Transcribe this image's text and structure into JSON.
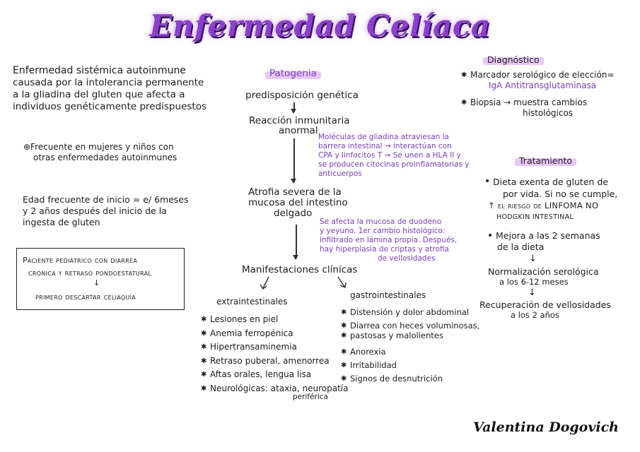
{
  "title": "Enfermedad Celíaca",
  "intro": {
    "lines": [
      "Enfermedad sistémica autoinmune",
      "causada por la intolerancia permanente",
      "a la gliadina del gluten que afecta a",
      "individuos genéticamente predispuestos"
    ]
  },
  "frequent": {
    "lines": [
      "⊕Frecuente en mujeres y niños con",
      "otras enfermedades autoinmunes"
    ]
  },
  "age": {
    "lines": [
      "Edad frecuente de inicio = e/ 6meses",
      "y 2 años después del inicio de la",
      "ingesta de gluten"
    ]
  },
  "box": {
    "line1": "Paciente pediátrico con diarrea",
    "line2": "crónica y retraso pondoestatural",
    "arrow": "↓",
    "line3": "primero descartar celiaquía"
  },
  "pathogenesis": {
    "header": "Patogenia",
    "step1": "predisposición genética",
    "step2_lines": [
      "Reacción inmunitaria",
      "anormal"
    ],
    "note1_lines": [
      "Moléculas de gliadina atraviesan la",
      "barrera intestinal → interactúan con",
      "CPA y linfocitos T → Se unen a HLA II y",
      "se producen citocinas proinflamatorias y",
      "anticuerpos"
    ],
    "step3_lines": [
      "Atrofia severa de la",
      "mucosa del intestino",
      "delgado"
    ],
    "note2_lines": [
      "Se afecta la mucosa de duodeno",
      "y yeyuno. 1er cambio histológico:",
      "infiltrado en lámina propia. Después,",
      "hay hiperplasia de criptas y atrofia",
      "de vellosidades"
    ],
    "step4": "Manifestaciones clínicas",
    "extra_header": "extraintestinales",
    "extra_items": [
      "Lesiones en piel",
      "Anemia ferropénica",
      "Hipertransaminemia",
      "Retraso puberal, amenorrea",
      "Aftas orales, lengua lisa",
      "Neurológicas: ataxia, neuropatía"
    ],
    "extra_tail": "periférica",
    "gastro_header": "gastrointestinales",
    "gastro_items": [
      "Distensión y dolor abdominal",
      "Diarrea con heces voluminosas,",
      "Anorexia",
      "Irritabilidad",
      "Signos de desnutrición"
    ],
    "gastro_tail": "pastosas y malolientes"
  },
  "diagnosis": {
    "header": "Diagnóstico",
    "item1": "Marcador serológico de elección=",
    "item1_value": "IgA Antitransglutaminasa",
    "item2_lines": [
      "Biopsia → muestra cambios",
      "histológicos"
    ]
  },
  "treatment": {
    "header": "Tratamiento",
    "item1_lines": [
      "Dieta exenta de gluten de",
      "por vida. Si no se cumple,",
      "↑ el riesgo de LINFOMA NO",
      "HODGKIN INTESTINAL"
    ],
    "item2_lines": [
      "Mejora a las 2 semanas",
      "de la dieta"
    ],
    "arrow": "↓",
    "step2_lines": [
      "Normalización serológica",
      "a los 6-12 meses"
    ],
    "step3_lines": [
      "Recuperación de vellosidades",
      "a los 2 años"
    ]
  },
  "signature": "Valentina Dogovich"
}
